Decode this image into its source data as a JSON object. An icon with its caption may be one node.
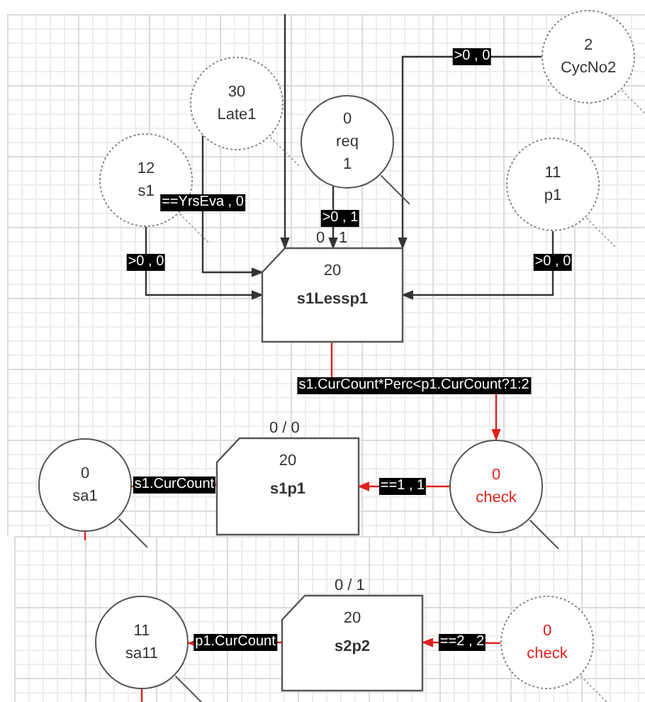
{
  "diagram": {
    "nodes": [
      {
        "text": [
          "2",
          "CycNo2"
        ]
      },
      {
        "text": [
          "30",
          "Late1"
        ]
      },
      {
        "text": [
          "0",
          "req",
          "1"
        ]
      },
      {
        "text": [
          "12",
          "s1"
        ]
      },
      {
        "text": [
          "11",
          "p1"
        ]
      },
      {
        "text": [
          "20",
          "s1Lessp1"
        ],
        "beside": [
          "0",
          "1"
        ]
      },
      {
        "text": [
          "0",
          "sa1"
        ]
      },
      {
        "text": [
          "20",
          "s1p1"
        ],
        "beside": [
          "0 / 0"
        ]
      },
      {
        "text": [
          "0",
          "check"
        ]
      },
      {
        "text": [
          "11",
          "sa11"
        ]
      },
      {
        "text": [
          "20",
          "s2p2"
        ],
        "beside": [
          "0 / 1"
        ]
      },
      {
        "text": [
          "0",
          "check"
        ]
      }
    ],
    "edges": [
      {
        "from": null,
        "to": 5,
        "arrow": "to",
        "color": "#333333"
      },
      {
        "from": 1,
        "to": 5,
        "arrow": "to",
        "label": "==YrsEva , 0",
        "color": "#333333"
      },
      {
        "from": 3,
        "to": 5,
        "arrow": "to",
        "label": ">0 , 0",
        "color": "#333333"
      },
      {
        "from": 2,
        "to": 5,
        "arrow": "to",
        "label": ">0 , 1",
        "color": "#333333"
      },
      {
        "from": 0,
        "to": 5,
        "arrow": "to",
        "label": ">0 , 0",
        "color": "#333333"
      },
      {
        "from": 4,
        "to": 5,
        "arrow": "to",
        "label": ">0 , 0",
        "color": "#333333"
      },
      {
        "from": 5,
        "to": 8,
        "arrow": "to",
        "label": "s1.CurCount*Perc<p1.CurCount?1:2",
        "color": "#e0201c"
      },
      {
        "from": 8,
        "to": 7,
        "arrow": "to",
        "label": "==1 , 1",
        "color": "#e0201c"
      },
      {
        "from": 7,
        "to": 6,
        "arrow": "to",
        "label": "s1.CurCount",
        "color": "#e0201c"
      },
      {
        "from": 6,
        "to": null,
        "arrow": "none",
        "color": "#e0201c"
      },
      {
        "from": 11,
        "to": 10,
        "arrow": "to",
        "label": "==2 , 2",
        "color": "#e0201c"
      },
      {
        "from": 10,
        "to": 9,
        "arrow": "to",
        "label": "p1.CurCount",
        "color": "#e0201c"
      },
      {
        "from": 9,
        "to": null,
        "arrow": "none",
        "color": "#e0201c"
      }
    ]
  }
}
